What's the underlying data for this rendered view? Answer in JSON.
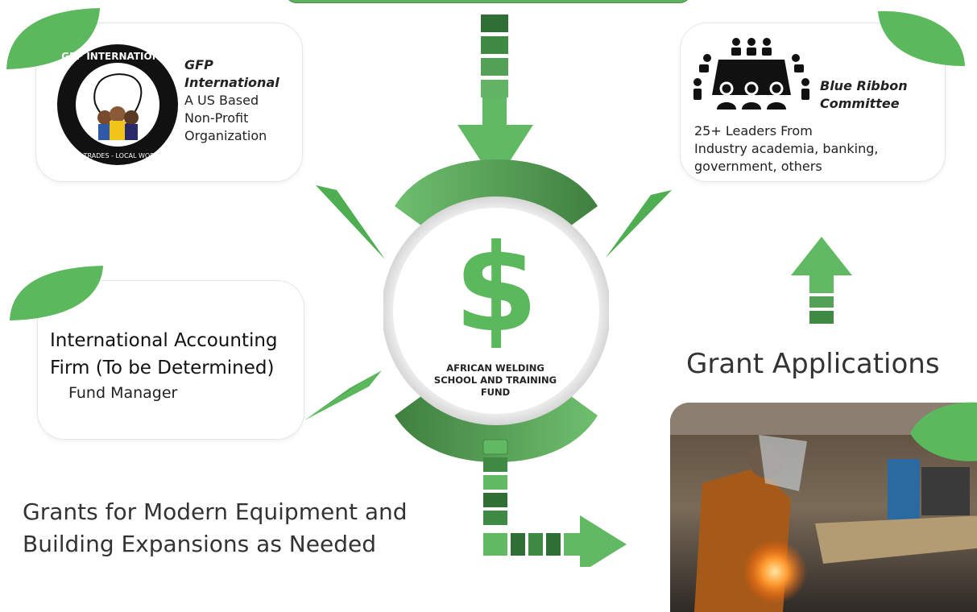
{
  "top_bar": {
    "color": "#5fb160"
  },
  "gfp_card": {
    "logo": {
      "ring_text_top": "GFP INTERNATIONAL",
      "ring_text_bottom": "SKILLED TRADES - LOCAL WORKFORCE"
    },
    "title_line1": "GFP",
    "title_line2": "International",
    "description": [
      "A US Based",
      "Non-Profit",
      "Organization"
    ]
  },
  "committee_card": {
    "icon": "conference-table-icon",
    "title_line1": "Blue Ribbon",
    "title_line2": "Committee",
    "description": [
      "25+ Leaders From",
      "Industry academia, banking,",
      "government, others"
    ]
  },
  "accounting_card": {
    "title_line1": "International Accounting",
    "title_line2": "Firm (To be Determined)",
    "role": "Fund Manager"
  },
  "fund": {
    "icon": "dollar-sign-icon",
    "symbol": "$",
    "label_lines": [
      "AFRICAN WELDING",
      "SCHOOL AND TRAINING",
      "FUND"
    ]
  },
  "grant_applications": {
    "label": "Grant Applications"
  },
  "grants_output": {
    "label_line1": "Grants for Modern Equipment and",
    "label_line2": "Building Expansions as Needed"
  },
  "photo": {
    "subject": "welder-grinding-metal-photo"
  },
  "colors": {
    "green_light": "#6dbf6d",
    "green_mid": "#5aae5a",
    "green_dark": "#3e7d3e",
    "leaf_green": "#5cb85c",
    "text_dark": "#222222"
  }
}
